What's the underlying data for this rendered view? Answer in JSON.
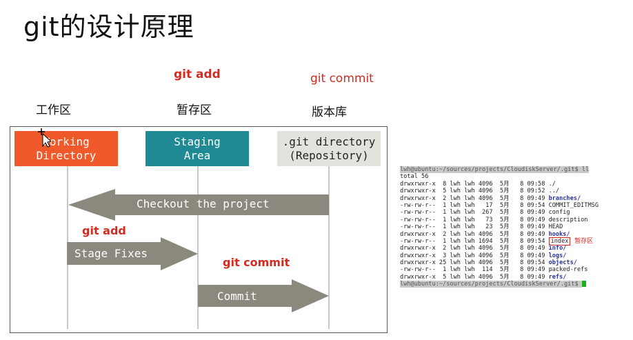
{
  "title": "git的设计原理",
  "top_commands": {
    "add": "git add",
    "commit": "git commit"
  },
  "zh_labels": {
    "working": "工作区",
    "staging": "暂存区",
    "repo": "版本库"
  },
  "diagram": {
    "boxes": {
      "working": {
        "line1": "Working",
        "line2": "Directory",
        "color": "#f0592a"
      },
      "staging": {
        "line1": "Staging",
        "line2": "Area",
        "color": "#1f8a93"
      },
      "repo": {
        "line1": ".git directory",
        "line2": "(Repository)",
        "color": "#e3e3dd"
      }
    },
    "arrows": {
      "checkout": "Checkout the project",
      "stage": "Stage Fixes",
      "commit": "Commit"
    },
    "arrow_color": "#8b887e",
    "cmd_add": "git add",
    "cmd_commit": "git commit"
  },
  "terminal": {
    "prompt_cmd": "lwh@ubuntu:~/sources/projects/CloudiskServer/.git$ ll",
    "total": "total 56",
    "rows": [
      {
        "perm": "drwxrwxr-x",
        "n": " 8",
        "size": "4096",
        "time": "09:58",
        "name": "./",
        "dir": false
      },
      {
        "perm": "drwxrwxr-x",
        "n": " 5",
        "size": "4096",
        "time": "09:52",
        "name": "../",
        "dir": false
      },
      {
        "perm": "drwxrwxr-x",
        "n": " 2",
        "size": "4096",
        "time": "09:49",
        "name": "branches/",
        "dir": true
      },
      {
        "perm": "-rw-rw-r--",
        "n": " 1",
        "size": "  17",
        "time": "09:54",
        "name": "COMMIT_EDITMSG",
        "dir": false
      },
      {
        "perm": "-rw-rw-r--",
        "n": " 1",
        "size": " 267",
        "time": "09:49",
        "name": "config",
        "dir": false
      },
      {
        "perm": "-rw-rw-r--",
        "n": " 1",
        "size": "  73",
        "time": "09:49",
        "name": "description",
        "dir": false
      },
      {
        "perm": "-rw-rw-r--",
        "n": " 1",
        "size": "  23",
        "time": "09:49",
        "name": "HEAD",
        "dir": false
      },
      {
        "perm": "drwxrwxr-x",
        "n": " 2",
        "size": "4096",
        "time": "09:49",
        "name": "hooks/",
        "dir": true
      },
      {
        "perm": "-rw-rw-r--",
        "n": " 1",
        "size": "1694",
        "time": "09:54",
        "name": "index",
        "dir": false,
        "boxed": true
      },
      {
        "perm": "drwxrwxr-x",
        "n": " 2",
        "size": "4096",
        "time": "09:49",
        "name": "info/",
        "dir": true
      },
      {
        "perm": "drwxrwxr-x",
        "n": " 3",
        "size": "4096",
        "time": "09:49",
        "name": "logs/",
        "dir": true
      },
      {
        "perm": "drwxrwxr-x",
        "n": "25",
        "size": "4096",
        "time": "09:54",
        "name": "objects/",
        "dir": true
      },
      {
        "perm": "-rw-rw-r--",
        "n": " 1",
        "size": " 114",
        "time": "09:49",
        "name": "packed-refs",
        "dir": false
      },
      {
        "perm": "drwxrwxr-x",
        "n": " 5",
        "size": "4096",
        "time": "09:49",
        "name": "refs/",
        "dir": true
      }
    ],
    "owner": "lwh lwh",
    "month": "5月",
    "day": " 8",
    "index_note": "暂存区",
    "prompt_end": "lwh@ubuntu:~/sources/projects/CloudiskServer/.git$ "
  }
}
